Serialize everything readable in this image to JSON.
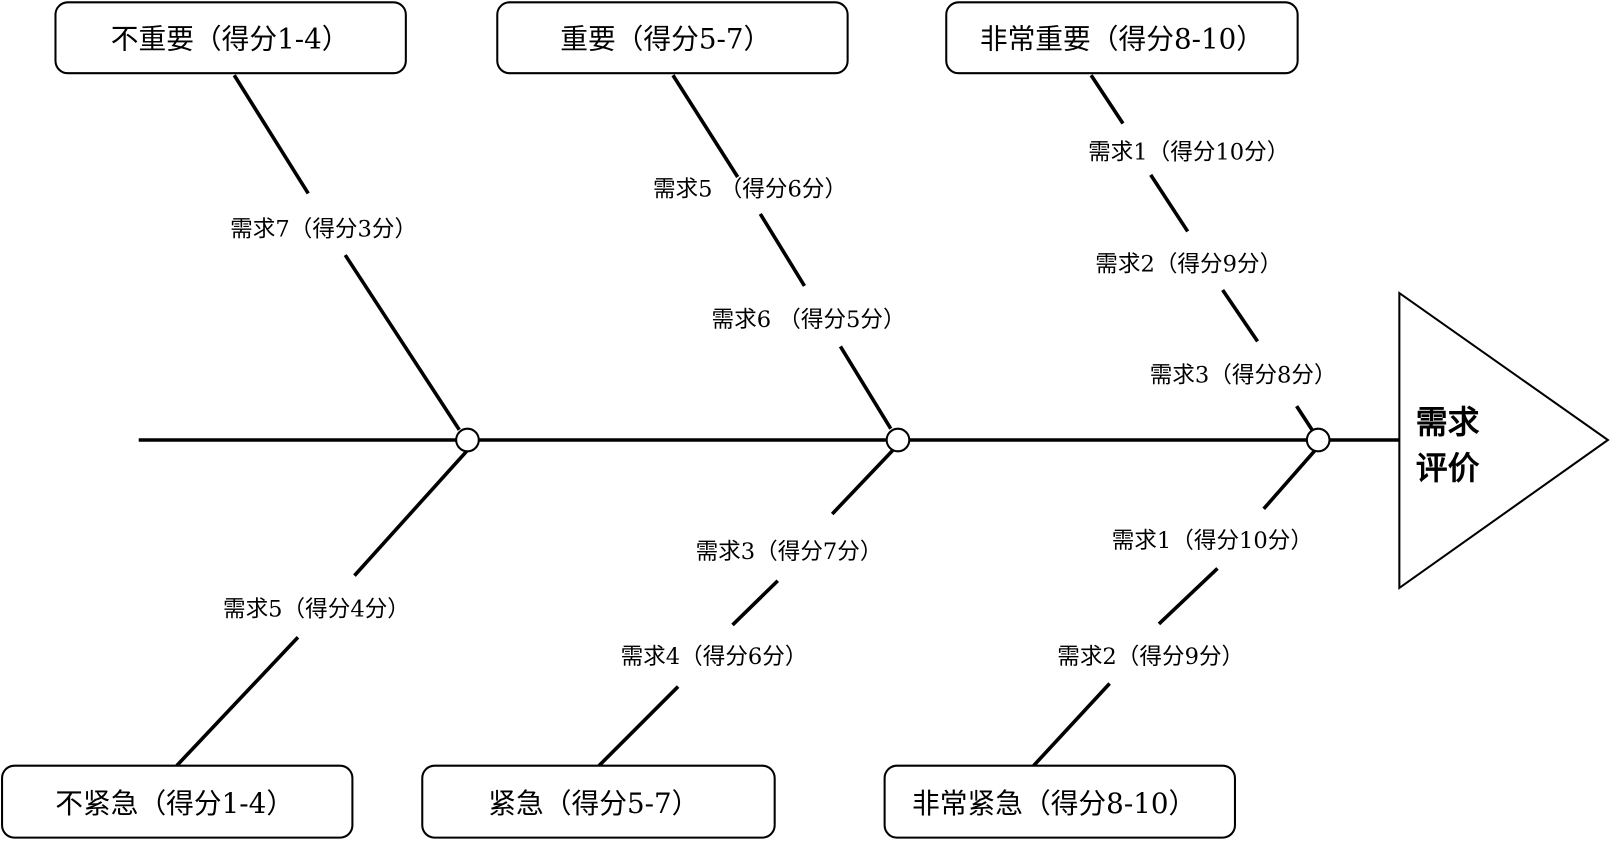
{
  "head": {
    "line1": "需求",
    "line2": "评价"
  },
  "importance": [
    {
      "label": "不重要（得分1-4）",
      "items": [
        "需求7（得分3分）"
      ]
    },
    {
      "label": "重要（得分5-7）",
      "items": [
        "需求5 （得分6分）",
        "需求6 （得分5分）"
      ]
    },
    {
      "label": "非常重要（得分8-10）",
      "items": [
        "需求1（得分10分）",
        "需求2（得分9分）",
        "需求3（得分8分）"
      ]
    }
  ],
  "urgency": [
    {
      "label": "不紧急（得分1-4）",
      "items": [
        "需求5（得分4分）"
      ]
    },
    {
      "label": "紧急（得分5-7）",
      "items": [
        "需求3（得分7分）",
        "需求4（得分6分）"
      ]
    },
    {
      "label": "非常紧急（得分8-10）",
      "items": [
        "需求1（得分10分）",
        "需求2（得分9分）"
      ]
    }
  ]
}
